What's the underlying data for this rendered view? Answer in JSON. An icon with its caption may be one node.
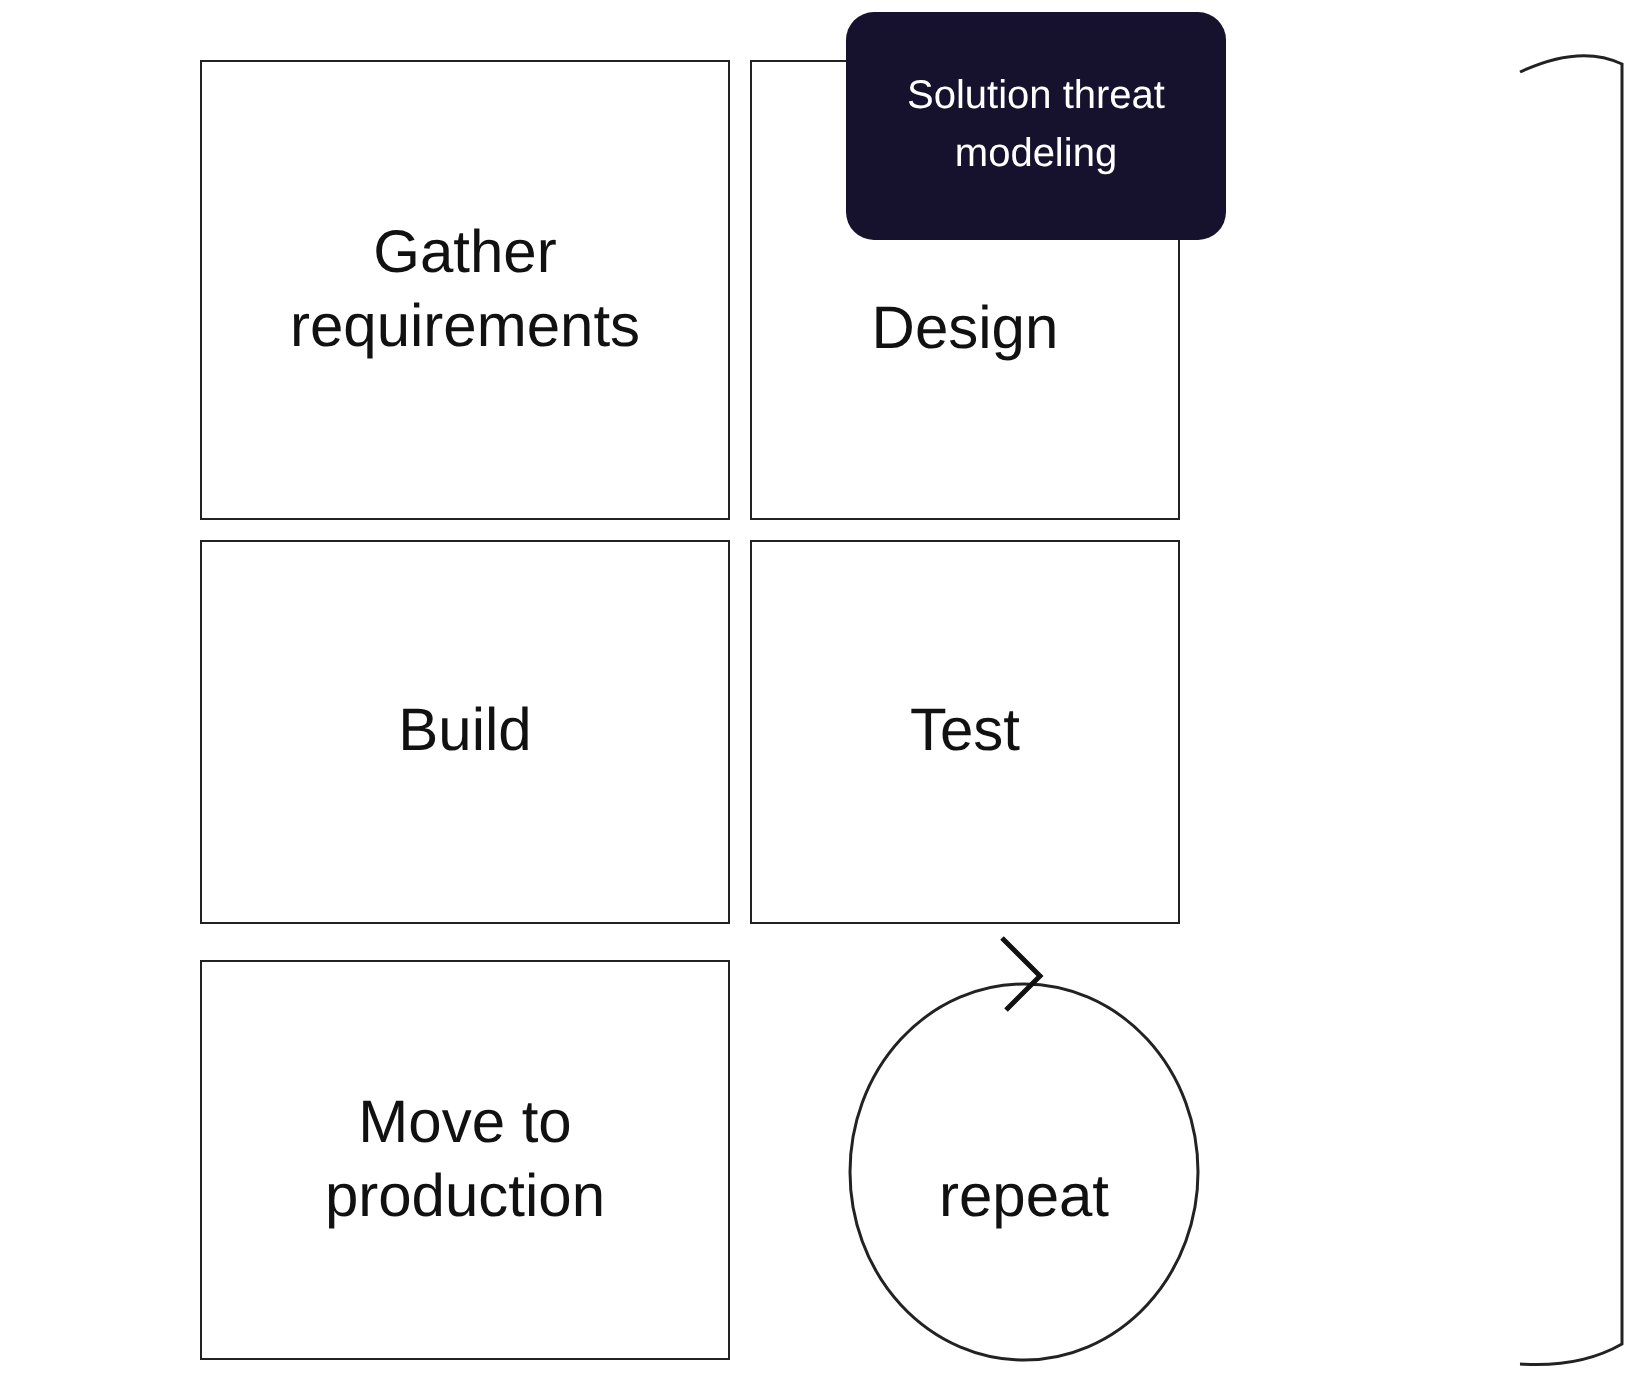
{
  "diagram": {
    "nodes": [
      {
        "text": [
          "Solution threat modeling"
        ]
      },
      {
        "text": [
          "Gather requirements"
        ]
      },
      {
        "text": [
          "Design"
        ]
      },
      {
        "text": [
          "Build"
        ]
      },
      {
        "text": [
          "Test"
        ]
      },
      {
        "text": [
          "Move to production"
        ]
      },
      {
        "text": [
          "repeat"
        ]
      }
    ]
  }
}
